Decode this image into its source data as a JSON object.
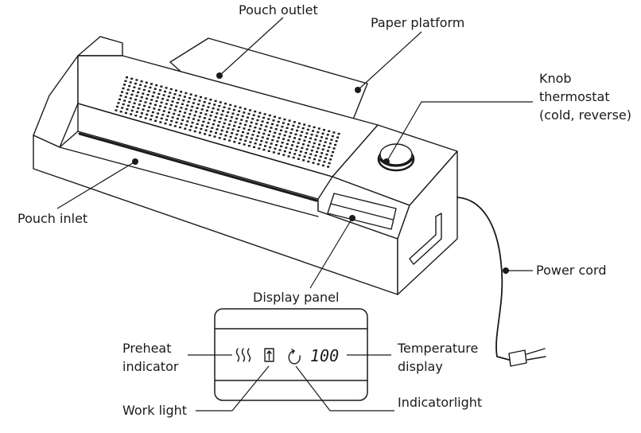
{
  "labels": {
    "pouch_outlet": "Pouch outlet",
    "paper_platform": "Paper platform",
    "knob_line1": "Knob",
    "knob_line2": "thermostat",
    "knob_line3": "(cold, reverse)",
    "pouch_inlet": "Pouch inlet",
    "power_cord": "Power cord",
    "display_panel": "Display panel",
    "preheat_line1": "Preheat",
    "preheat_line2": "indicator",
    "temperature_line1": "Temperature",
    "temperature_line2": "display",
    "work_light": "Work light",
    "indicator_light": "Indicatorlight"
  },
  "display": {
    "temperature_value": "100"
  },
  "icons": {
    "preheat": "heat-waves-icon",
    "work_light": "pouch-feed-icon",
    "indicator": "reverse-cycle-icon"
  },
  "colors": {
    "ink": "#1a1a1a",
    "background": "#ffffff"
  }
}
